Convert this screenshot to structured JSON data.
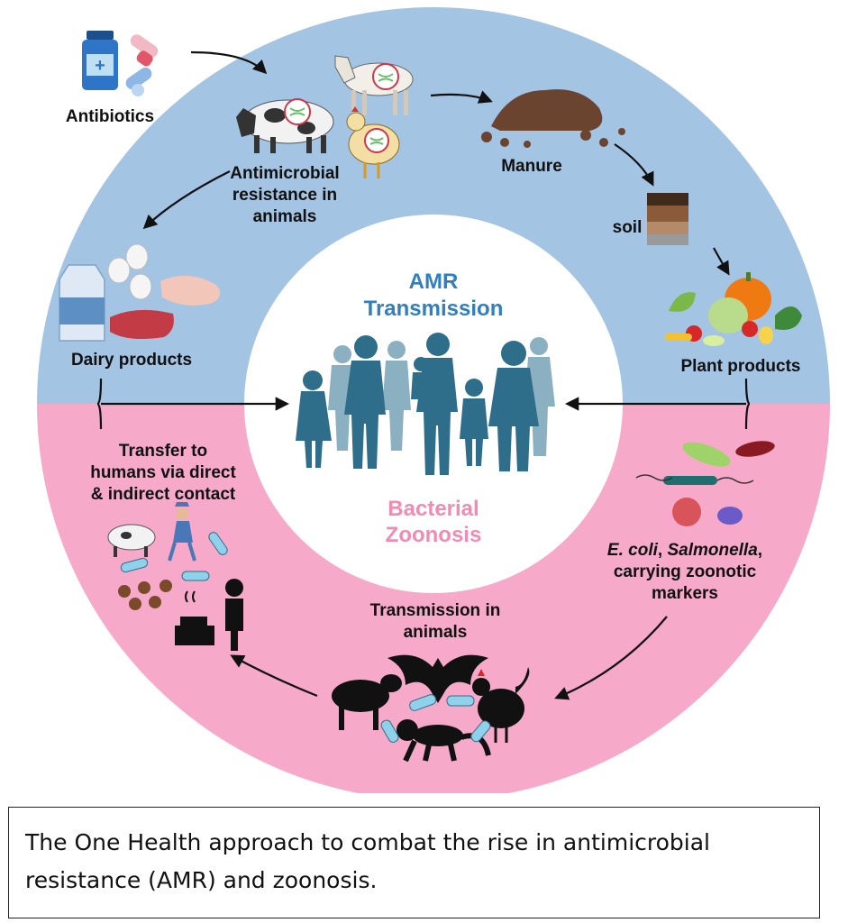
{
  "diagram": {
    "center": {
      "top_line1": "AMR",
      "top_line2": "Transmission",
      "bottom_line1": "Bacterial",
      "bottom_line2": "Zoonosis"
    },
    "labels": {
      "antibiotics": "Antibiotics",
      "amr_animals_1": "Antimicrobial",
      "amr_animals_2": "resistance in",
      "amr_animals_3": "animals",
      "manure": "Manure",
      "soil": "soil",
      "dairy": "Dairy products",
      "plant": "Plant products",
      "transfer_1": "Transfer to",
      "transfer_2": "humans via direct",
      "transfer_3": "& indirect contact",
      "bacteria_1a": "E. coli",
      "bacteria_1b": ", ",
      "bacteria_1c": "Salmonella",
      "bacteria_1d": ",",
      "bacteria_2": "carrying zoonotic",
      "bacteria_3": "markers",
      "trans_animals_1": "Transmission in",
      "trans_animals_2": "animals"
    },
    "colors": {
      "top_half": "#a4c4e4",
      "bottom_half": "#f7a9c9",
      "center_title": "#2f7fc1",
      "center_subtitle": "#f08cb3",
      "people": "#2f6e8a"
    },
    "icons": [
      "antibiotics-icon",
      "cow-icon",
      "goat-icon",
      "chicken-icon",
      "manure-icon",
      "soil-icon",
      "vegetables-icon",
      "milk-icon",
      "eggs-icon",
      "meat-icon",
      "people-icon",
      "bacteria-icon",
      "bat-icon",
      "lamb-icon",
      "monkey-icon",
      "rooster-icon",
      "farmer-icon",
      "cooking-icon"
    ]
  },
  "caption": {
    "line1": "The One Health approach to combat the rise in antimicrobial",
    "line2": "resistance (AMR) and zoonosis."
  }
}
